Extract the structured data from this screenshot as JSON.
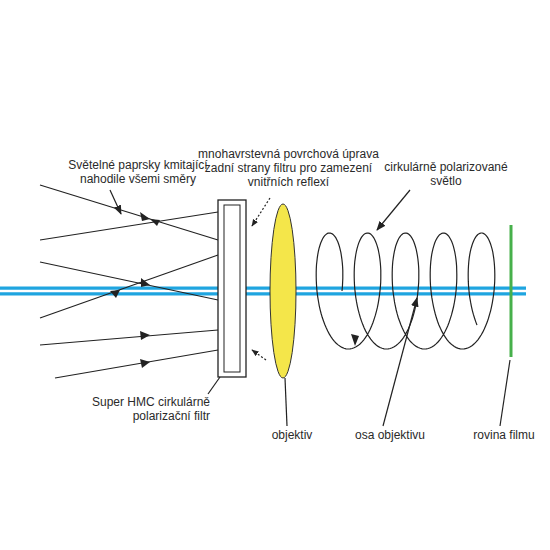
{
  "diagram": {
    "labels": [
      "Světelné paprsky kmitající nahodile všemi směry",
      "mnohavrstevná povrchová úprava zadní strany filtru pro zamezení vnitřních reflexí",
      "cirkulárně polarizované světlo",
      "Super HMC cirkulárně polarizační filtr",
      "objektiv",
      "osa objektivu",
      "rovina filmu"
    ]
  }
}
